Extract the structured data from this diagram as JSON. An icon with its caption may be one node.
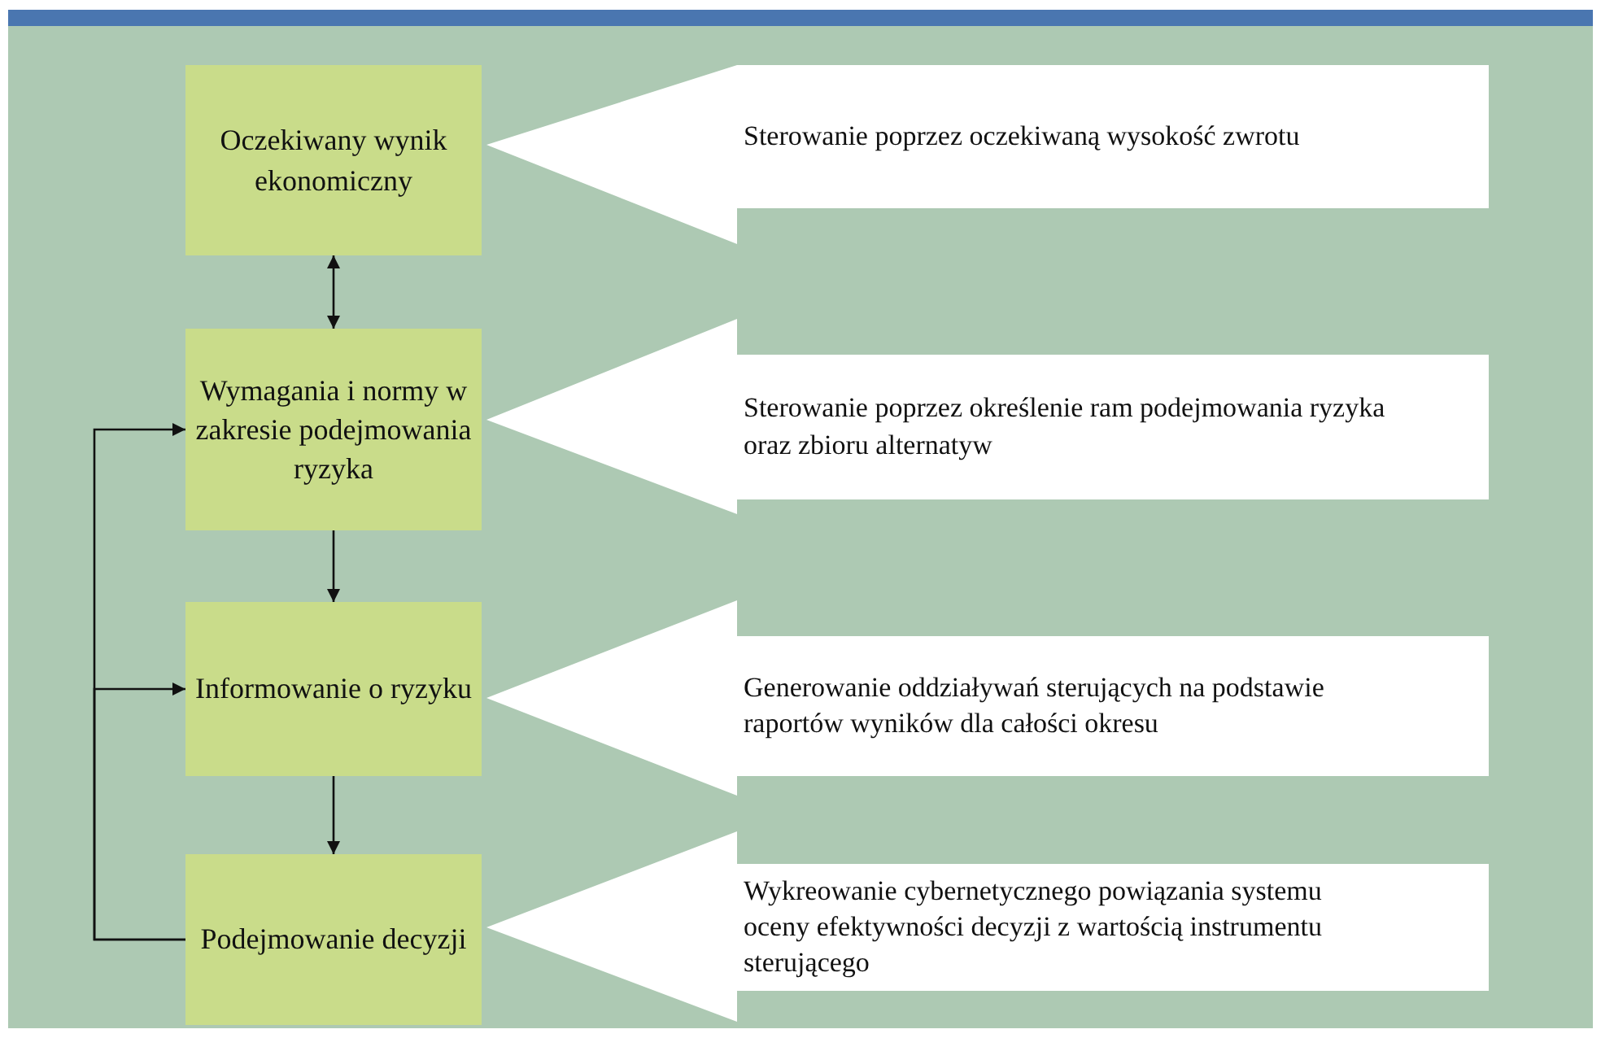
{
  "diagram": {
    "nodes": [
      {
        "text": [
          "Oczekiwany wynik ekonomiczny"
        ]
      },
      {
        "text": [
          "Wymagania i normy w zakresie podejmowania ryzyka"
        ]
      },
      {
        "text": [
          "Informowanie o ryzyku"
        ]
      },
      {
        "text": [
          "Podejmowanie decyzji"
        ]
      },
      {
        "text": [
          "Sterowanie poprzez oczekiwaną wysokość zwrotu"
        ]
      },
      {
        "text": [
          "Sterowanie poprzez określenie ram podejmowania ryzyka oraz zbioru alternatyw"
        ]
      },
      {
        "text": [
          "Generowanie oddziaływań sterujących na podstawie raportów wyników dla całości okresu"
        ]
      },
      {
        "text": [
          "Wykreowanie cybernetycznego powiązania systemu oceny efektywności decyzji z wartością instrumentu sterującego"
        ]
      }
    ],
    "edges": [
      {
        "from": 0,
        "to": 1,
        "arrow": "both"
      },
      {
        "from": 1,
        "to": 2,
        "arrow": "to"
      },
      {
        "from": 2,
        "to": 3,
        "arrow": "to"
      },
      {
        "from": 3,
        "to": 1,
        "arrow": "to"
      },
      {
        "from": 3,
        "to": 2,
        "arrow": "to"
      }
    ]
  }
}
